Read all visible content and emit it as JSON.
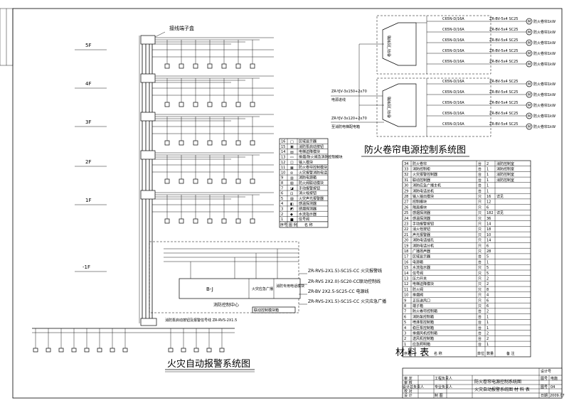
{
  "fire_alarm": {
    "title": "火灾自动报警系统图",
    "terminal_box_label": "接线端子盒",
    "floors": [
      "5F",
      "4F",
      "3F",
      "2F",
      "1F",
      "-1F"
    ],
    "controller_label": "B-J",
    "broadcast_label": "火灾应急广播",
    "linkage_label": "消防专用电话模块",
    "console_label": "消防控制中心",
    "linkage_note": "联动控制模块箱",
    "cable_lines": [
      "ZR-RVS-2X1.5)-SC15-CC 火灾报警线",
      "ZR-RVS 2X2.0)-SC20-CC联动控制线",
      "ZR-BV 2X2.5-SC25-CC 电源线",
      "ZR-RVS-2X1.5)-SC15-CC 火灾应急广播"
    ],
    "bottom_line_note": "消防泵启动按钮及报警信号线  ZR-RVS-2X1.5"
  },
  "shutter_control": {
    "title": "防火卷帘电源控制系统图",
    "panel_top_label": "卷帘门控制箱",
    "panel_bottom_label": "卷帘门控制箱",
    "cable_top": "ZR-YJV-3x150+2x70",
    "cable_top_note": "电源进线",
    "cable_bottom": "ZR-YJV-3x120+2x70",
    "cable_bottom_note": "至消防电梯配电箱",
    "breaker": "C65N-D/16A",
    "motor": "防火卷帘1kW",
    "branch_cable": "ZR-BV-5x4 SC25"
  },
  "legend": {
    "footer": [
      "序号",
      "图 例",
      "名 称"
    ],
    "rows": [
      {
        "no": "16",
        "sym": "□",
        "name": "区域显示器"
      },
      {
        "no": "15",
        "sym": "▣",
        "name": "消防泵启动按钮"
      },
      {
        "no": "14",
        "sym": "▤",
        "name": "电梯迫降模块"
      },
      {
        "no": "13",
        "sym": "▭",
        "name": "排烟/防火阀及消防控制模块"
      },
      {
        "no": "12",
        "sym": "◫",
        "name": "输入模块"
      },
      {
        "no": "11",
        "sym": "▦",
        "name": "防火卷帘控制模块"
      },
      {
        "no": "10",
        "sym": "◎",
        "name": "火灾报警消防电话"
      },
      {
        "no": "9",
        "sym": "▥",
        "name": "消防电源箱"
      },
      {
        "no": "8",
        "sym": "▧",
        "name": "防火阀联动模块"
      },
      {
        "no": "7",
        "sym": "◪",
        "name": "手动报警按钮"
      },
      {
        "no": "6",
        "sym": "⊡",
        "name": "消火栓按钮"
      },
      {
        "no": "5",
        "sym": "▨",
        "name": "火灾声光报警器"
      },
      {
        "no": "4",
        "sym": "◧",
        "name": "感温探测器"
      },
      {
        "no": "3",
        "sym": "◩",
        "name": "感烟探测器"
      },
      {
        "no": "2",
        "sym": "◆",
        "name": "水流指示器"
      },
      {
        "no": "1",
        "sym": "■",
        "name": "信号阀"
      }
    ]
  },
  "materials": {
    "title": "材 料 表",
    "header": [
      "序号",
      "名 称",
      "单位",
      "数量",
      "备 注"
    ],
    "rows": [
      [
        "34",
        "防火卷帘",
        "台",
        "2",
        "消防控制室"
      ],
      [
        "33",
        "消防控制柜",
        "台",
        "1",
        "消防控制室"
      ],
      [
        "32",
        "火灾报警控制器",
        "台",
        "1",
        "消防控制室"
      ],
      [
        "31",
        "联动控制器",
        "台",
        "1",
        "消防控制室"
      ],
      [
        "30",
        "消防应急广播主机",
        "台",
        "1",
        ""
      ],
      [
        "29",
        "消防电话总机",
        "台",
        "1",
        ""
      ],
      [
        "28",
        "输入输出模块",
        "只",
        "16",
        "详见"
      ],
      [
        "27",
        "控制模块",
        "只",
        "12",
        ""
      ],
      [
        "26",
        "隔离模块",
        "只",
        "6",
        ""
      ],
      [
        "25",
        "感烟探测器",
        "只",
        "182",
        "详见"
      ],
      [
        "24",
        "感温探测器",
        "只",
        "36",
        ""
      ],
      [
        "23",
        "手动报警按钮",
        "只",
        "14",
        ""
      ],
      [
        "22",
        "消火栓按钮",
        "只",
        "18",
        ""
      ],
      [
        "21",
        "声光报警器",
        "只",
        "10",
        ""
      ],
      [
        "20",
        "消防电话插孔",
        "只",
        "14",
        ""
      ],
      [
        "19",
        "消防电话分机",
        "只",
        "6",
        ""
      ],
      [
        "18",
        "广播扬声器",
        "只",
        "28",
        ""
      ],
      [
        "17",
        "区域显示器",
        "台",
        "5",
        ""
      ],
      [
        "16",
        "电源箱",
        "台",
        "1",
        ""
      ],
      [
        "15",
        "水流指示器",
        "只",
        "5",
        ""
      ],
      [
        "14",
        "信号阀",
        "只",
        "5",
        ""
      ],
      [
        "13",
        "压力开关",
        "只",
        "2",
        ""
      ],
      [
        "12",
        "电梯迫降模块",
        "只",
        "2",
        ""
      ],
      [
        "11",
        "防火阀",
        "只",
        "8",
        ""
      ],
      [
        "10",
        "排烟阀",
        "只",
        "4",
        ""
      ],
      [
        "9",
        "正压送风口",
        "只",
        "6",
        ""
      ],
      [
        "8",
        "端子箱",
        "只",
        "6",
        ""
      ],
      [
        "7",
        "防火卷帘控制箱",
        "台",
        "2",
        ""
      ],
      [
        "6",
        "消防泵控制箱",
        "台",
        "1",
        ""
      ],
      [
        "5",
        "喷淋泵控制箱",
        "台",
        "1",
        ""
      ],
      [
        "4",
        "稳压泵控制箱",
        "台",
        "1",
        ""
      ],
      [
        "3",
        "排烟风机控制箱",
        "台",
        "2",
        ""
      ],
      [
        "2",
        "送风机控制箱",
        "台",
        "2",
        ""
      ],
      [
        "1",
        "应急照明箱",
        "台",
        "1",
        ""
      ]
    ]
  },
  "title_block": {
    "project_lines": [
      "防火卷帘电源控制系统图",
      "火灾自动报警系统图   材 料 表"
    ],
    "left_labels": [
      "审 定",
      "审 核",
      "设计总负责人",
      "校 对",
      "设 计"
    ],
    "mid_labels": [
      "工程负责人",
      "专业负责人",
      "制 图"
    ],
    "right_labels": [
      "图号",
      "电施",
      "日期"
    ],
    "sheet_no": "04",
    "design_note": "设计号",
    "date": "2009.07"
  }
}
